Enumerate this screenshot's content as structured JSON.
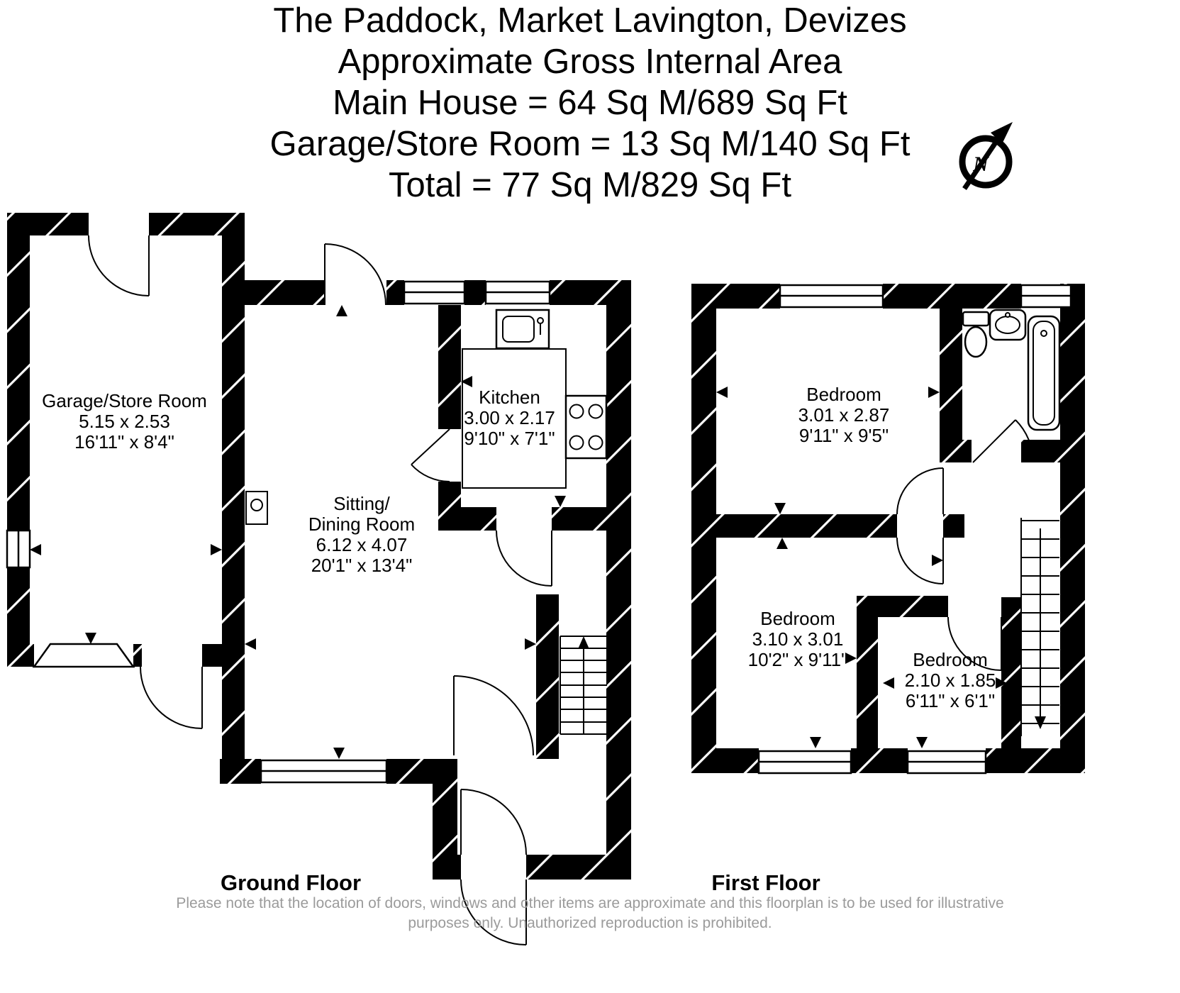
{
  "header": {
    "line1": "The Paddock, Market Lavington, Devizes",
    "line2": "Approximate Gross Internal Area",
    "line3": "Main House = 64 Sq M/689 Sq Ft",
    "line4": "Garage/Store Room = 13 Sq M/140 Sq Ft",
    "line5": "Total = 77 Sq M/829 Sq Ft"
  },
  "compass": {
    "label": "N"
  },
  "ground_floor": {
    "label": "Ground Floor",
    "rooms": {
      "garage": {
        "name": "Garage/Store Room",
        "dims_m": "5.15 x 2.53",
        "dims_ft": "16'11\" x 8'4\""
      },
      "sitting_dining": {
        "name_line1": "Sitting/",
        "name_line2": "Dining Room",
        "dims_m": "6.12 x 4.07",
        "dims_ft": "20'1\" x 13'4\""
      },
      "kitchen": {
        "name": "Kitchen",
        "dims_m": "3.00 x 2.17",
        "dims_ft": "9'10\" x 7'1\""
      }
    }
  },
  "first_floor": {
    "label": "First Floor",
    "rooms": {
      "bedroom_1": {
        "name": "Bedroom",
        "dims_m": "3.01 x 2.87",
        "dims_ft": "9'11\" x 9'5\""
      },
      "bedroom_2": {
        "name": "Bedroom",
        "dims_m": "3.10 x 3.01",
        "dims_ft": "10'2\" x 9'11\""
      },
      "bedroom_3": {
        "name": "Bedroom",
        "dims_m": "2.10 x 1.85",
        "dims_ft": "6'11\" x 6'1\""
      }
    }
  },
  "footer": {
    "line1": "Please note that the location of doors, windows and other items are approximate and this floorplan is to be used for illustrative",
    "line2": "purposes only. Unauthorized reproduction is prohibited."
  },
  "colors": {
    "wall": "#000000",
    "footer_text": "#9b9b9b"
  }
}
